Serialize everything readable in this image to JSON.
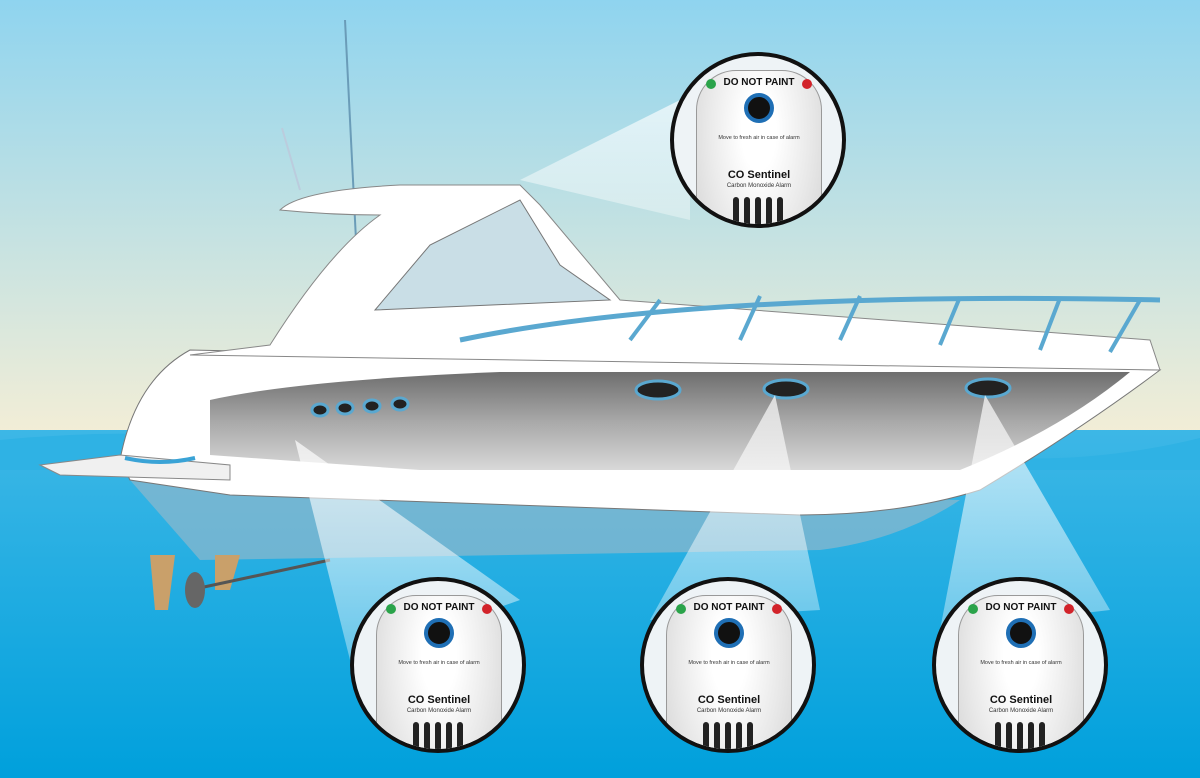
{
  "alarm": {
    "warning": "DO NOT PAINT",
    "message": "Move to fresh air in case of alarm",
    "brand": "CO Sentinel",
    "product": "Carbon Monoxide Alarm"
  },
  "alarms": [
    {
      "location": "hardtop"
    },
    {
      "location": "aft-cabin"
    },
    {
      "location": "mid-cabin"
    },
    {
      "location": "forward-cabin"
    }
  ],
  "colors": {
    "sky_top": "#8fd4ef",
    "sky_bottom": "#f4eed6",
    "water": "#0fa6df",
    "hull": "#8c8c8c",
    "rail": "#5aa8d0"
  }
}
